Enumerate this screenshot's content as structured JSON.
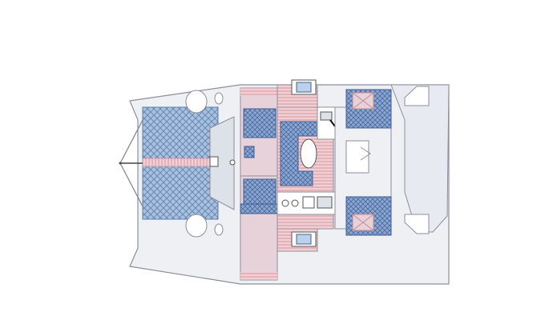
{
  "diagram": {
    "kind": "catamaran-deck-plan",
    "colors": {
      "background": "#ffffff",
      "hull": "#eef0f4",
      "hull_shade": "#dde1e8",
      "outline": "#8c8f9c",
      "net": "#9fb8d6",
      "net_line": "#5b7fb3",
      "cushion": "#7f9bc8",
      "cushion_line": "#3f5f96",
      "teak_pink": "#f2c9cf",
      "teak_line": "#c58b93",
      "cabin": "#e7d2da",
      "spine": "#b03a3a"
    },
    "features": [
      "forward-trampoline-net",
      "bow-pulpit",
      "forward-lockers",
      "port-hull-cabins",
      "starboard-hull-cabins",
      "bridgedeck-salon",
      "u-shaped-dinette",
      "galley",
      "nav-station",
      "cockpit",
      "aft-steps"
    ]
  }
}
